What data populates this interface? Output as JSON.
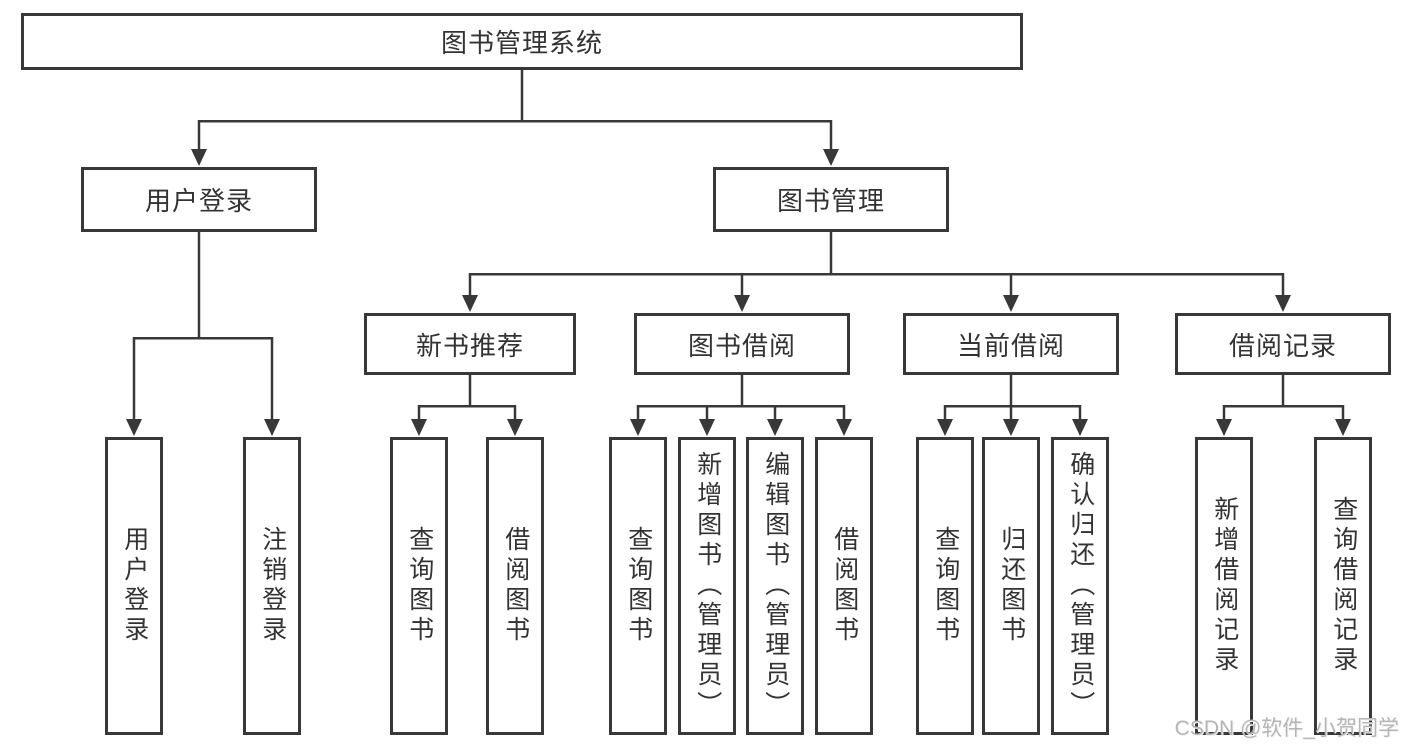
{
  "diagram": {
    "type": "hierarchy-tree",
    "root": {
      "label": "图书管理系统"
    },
    "branches": [
      {
        "label": "用户登录",
        "children": [
          {
            "label": "用户登录"
          },
          {
            "label": "注销登录"
          }
        ]
      },
      {
        "label": "图书管理",
        "children": [
          {
            "label": "新书推荐",
            "children": [
              {
                "label": "查询图书"
              },
              {
                "label": "借阅图书"
              }
            ]
          },
          {
            "label": "图书借阅",
            "children": [
              {
                "label": "查询图书"
              },
              {
                "label": "新增图书（管理员）"
              },
              {
                "label": "编辑图书（管理员）"
              },
              {
                "label": "借阅图书"
              }
            ]
          },
          {
            "label": "当前借阅",
            "children": [
              {
                "label": "查询图书"
              },
              {
                "label": "归还图书"
              },
              {
                "label": "确认归还（管理员）"
              }
            ]
          },
          {
            "label": "借阅记录",
            "children": [
              {
                "label": "新增借阅记录"
              },
              {
                "label": "查询借阅记录"
              }
            ]
          }
        ]
      }
    ]
  },
  "watermark": {
    "text": "CSDN @软件_小贺同学"
  },
  "colors": {
    "line": "#383838",
    "border": "#383838",
    "text": "#333333",
    "watermark": "#b5b5b5",
    "background": "#ffffff"
  }
}
